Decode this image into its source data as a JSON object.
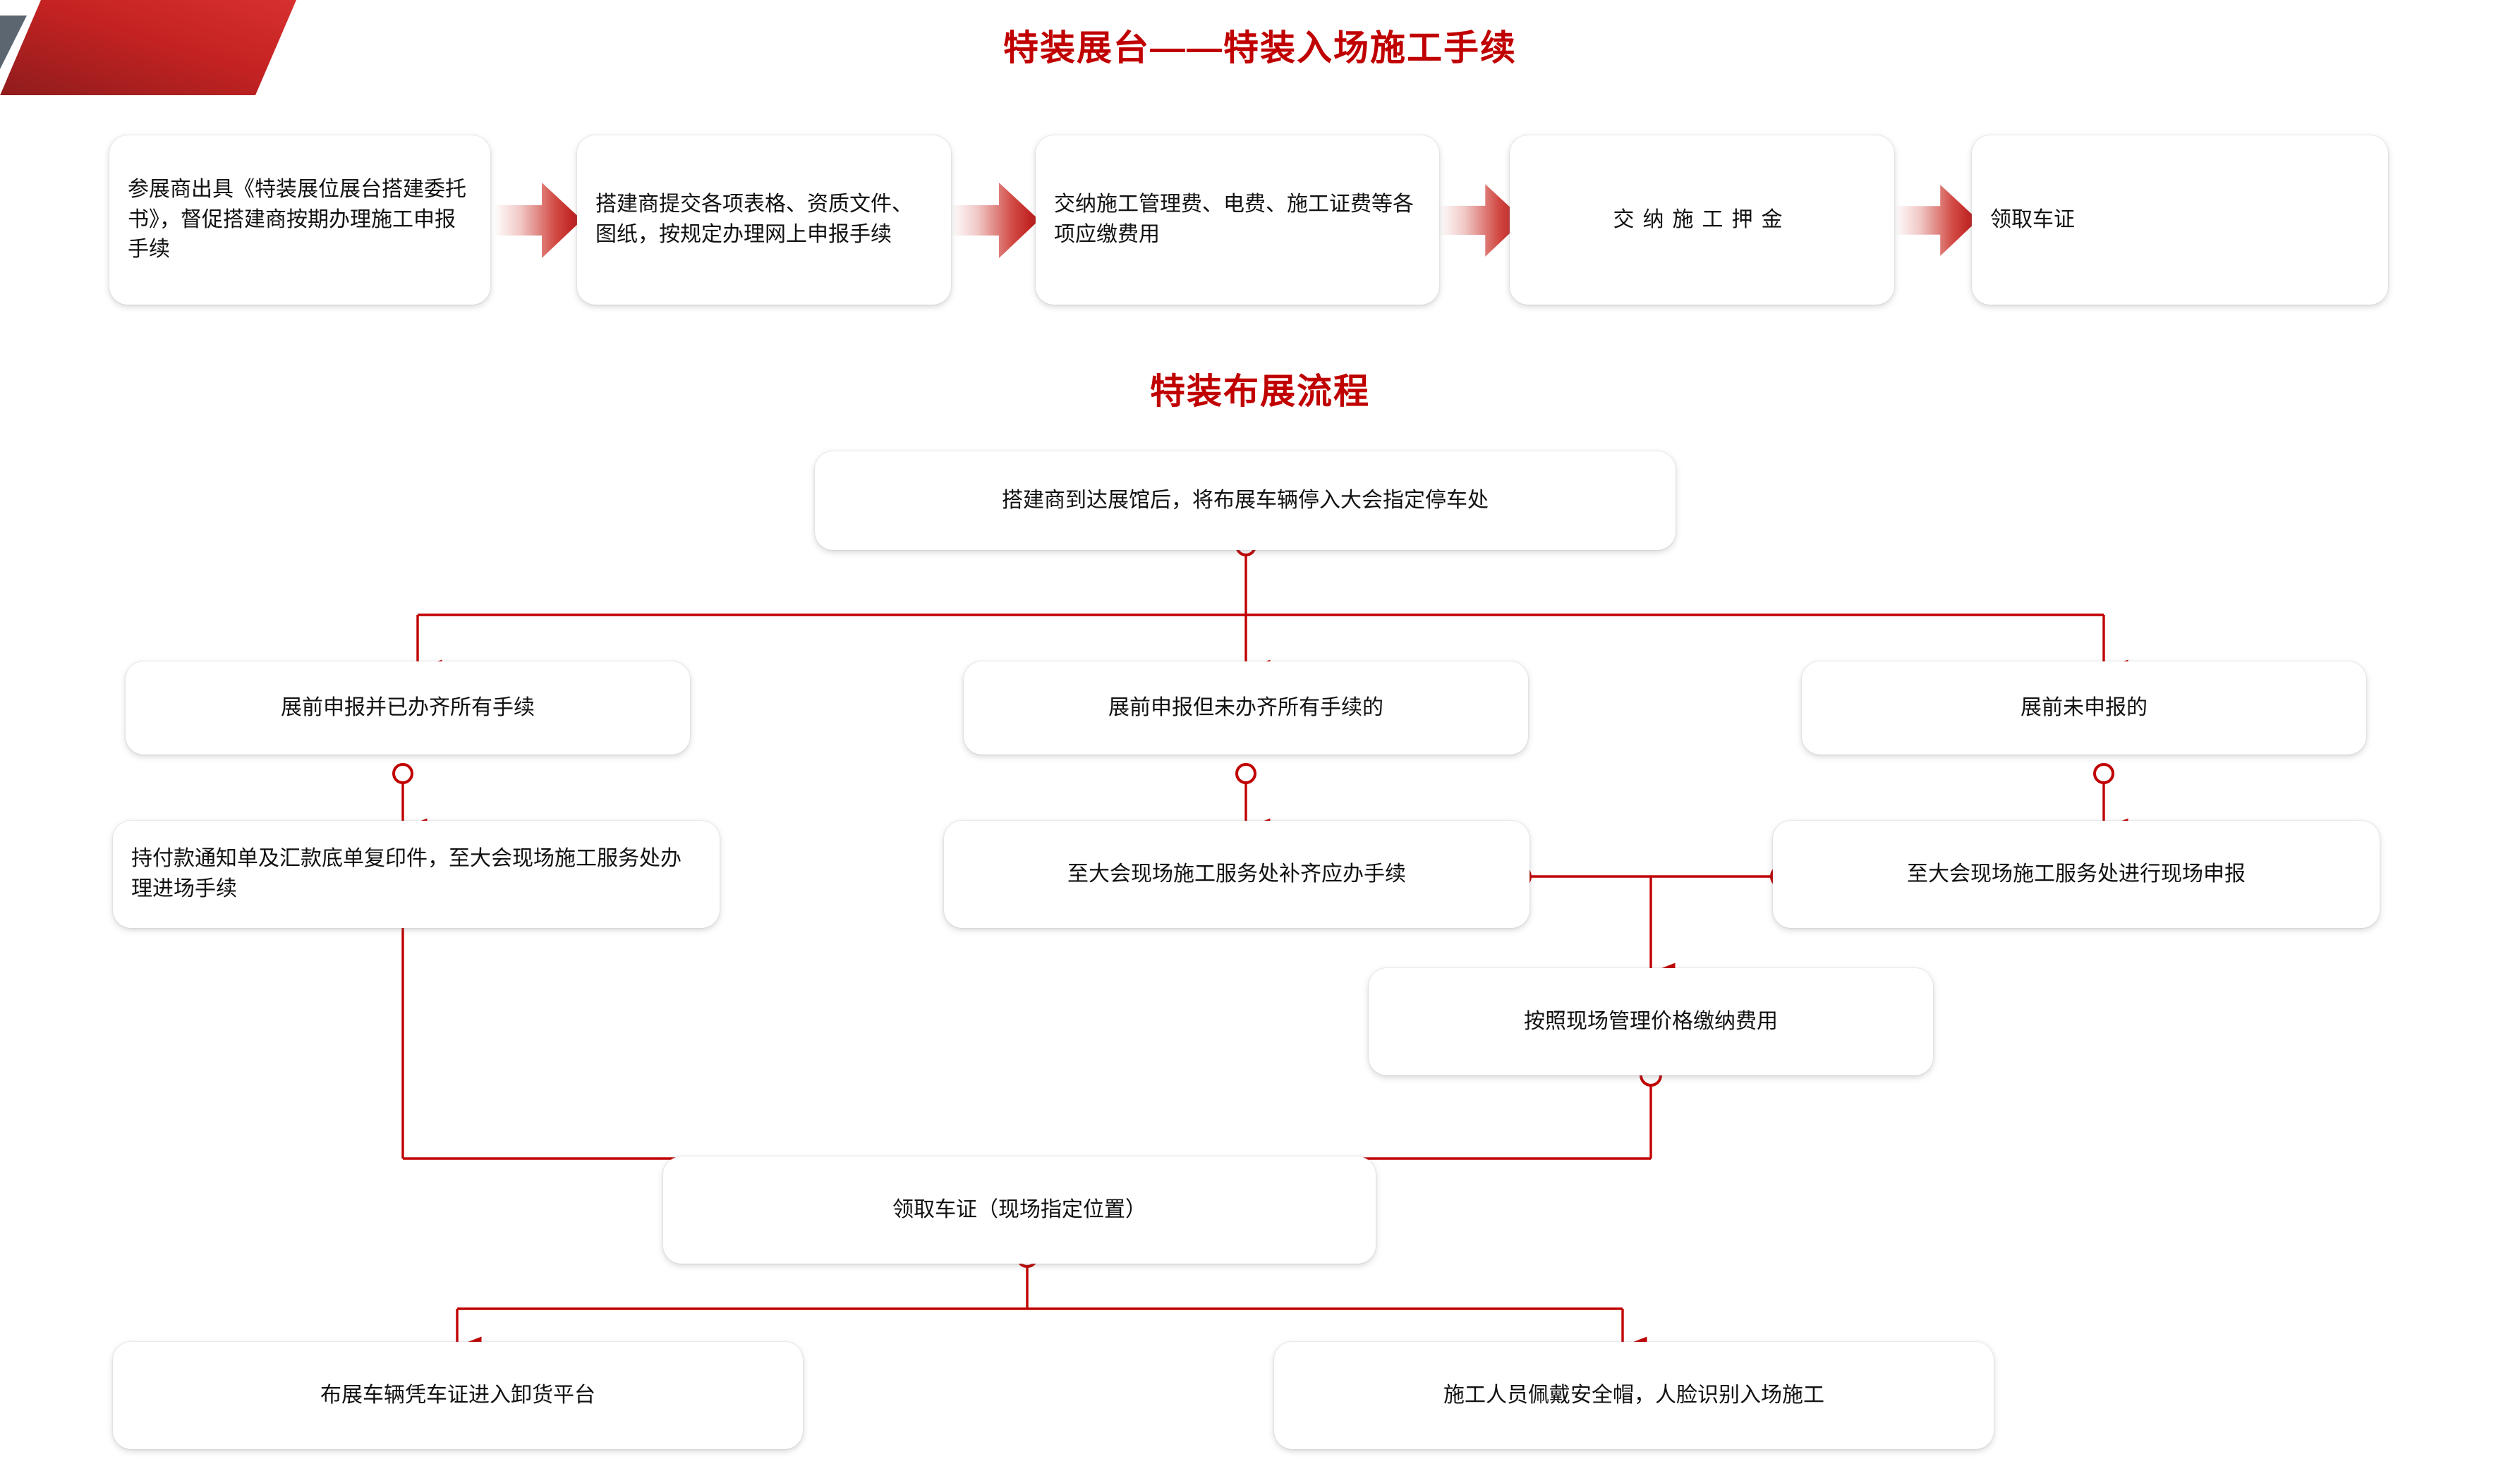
{
  "theme": {
    "accent_red": "#c00000",
    "connector_red": "#c00000",
    "ribbon_dark": "#8f1c1c",
    "ribbon_light": "#d42a2a",
    "ribbon_gray": "#5b6670",
    "card_bg": "#ffffff",
    "text_color": "#111111"
  },
  "section_1": {
    "title": "特装展台——特装入场施工手续",
    "steps": [
      {
        "id": "s1-1",
        "label": "参展商出具《特装展位展台搭建委托书》，督促搭建商按期办理施工申报手续"
      },
      {
        "id": "s1-2",
        "label": "搭建商提交各项表格、资质文件、图纸，按规定办理网上申报手续"
      },
      {
        "id": "s1-3",
        "label": "交纳施工管理费、电费、施工证费等各项应缴费用"
      },
      {
        "id": "s1-4",
        "label": "交纳施工押金"
      },
      {
        "id": "s1-5",
        "label": "领取车证"
      }
    ],
    "arrow_icon": "chevron-right-icon",
    "arrow_count": 4
  },
  "section_2": {
    "title": "特装布展流程",
    "nodes": {
      "start": {
        "id": "n-start",
        "label": "搭建商到达展馆后，将布展车辆停入大会指定停车处"
      },
      "branch_a": {
        "id": "n-branch-a",
        "label": "展前申报并已办齐所有手续"
      },
      "branch_b": {
        "id": "n-branch-b",
        "label": "展前申报但未办齐所有手续的"
      },
      "branch_c": {
        "id": "n-branch-c",
        "label": "展前未申报的"
      },
      "step_a2": {
        "id": "n-a2",
        "label": "持付款通知单及汇款底单复印件，至大会现场施工服务处办理进场手续"
      },
      "step_b2": {
        "id": "n-b2",
        "label": "至大会现场施工服务处补齐应办手续"
      },
      "step_c2": {
        "id": "n-c2",
        "label": "至大会现场施工服务处进行现场申报"
      },
      "step_pay": {
        "id": "n-pay",
        "label": "按照现场管理价格缴纳费用"
      },
      "step_pass": {
        "id": "n-pass",
        "label": "领取车证（现场指定位置）"
      },
      "end_left": {
        "id": "n-end-l",
        "label": "布展车辆凭车证进入卸货平台"
      },
      "end_right": {
        "id": "n-end-r",
        "label": "施工人员佩戴安全帽，人脸识别入场施工"
      }
    },
    "connector_icons": {
      "junction": "connector-circle-icon",
      "arrow": "arrow-down-icon",
      "line": "connector-line-icon"
    }
  }
}
